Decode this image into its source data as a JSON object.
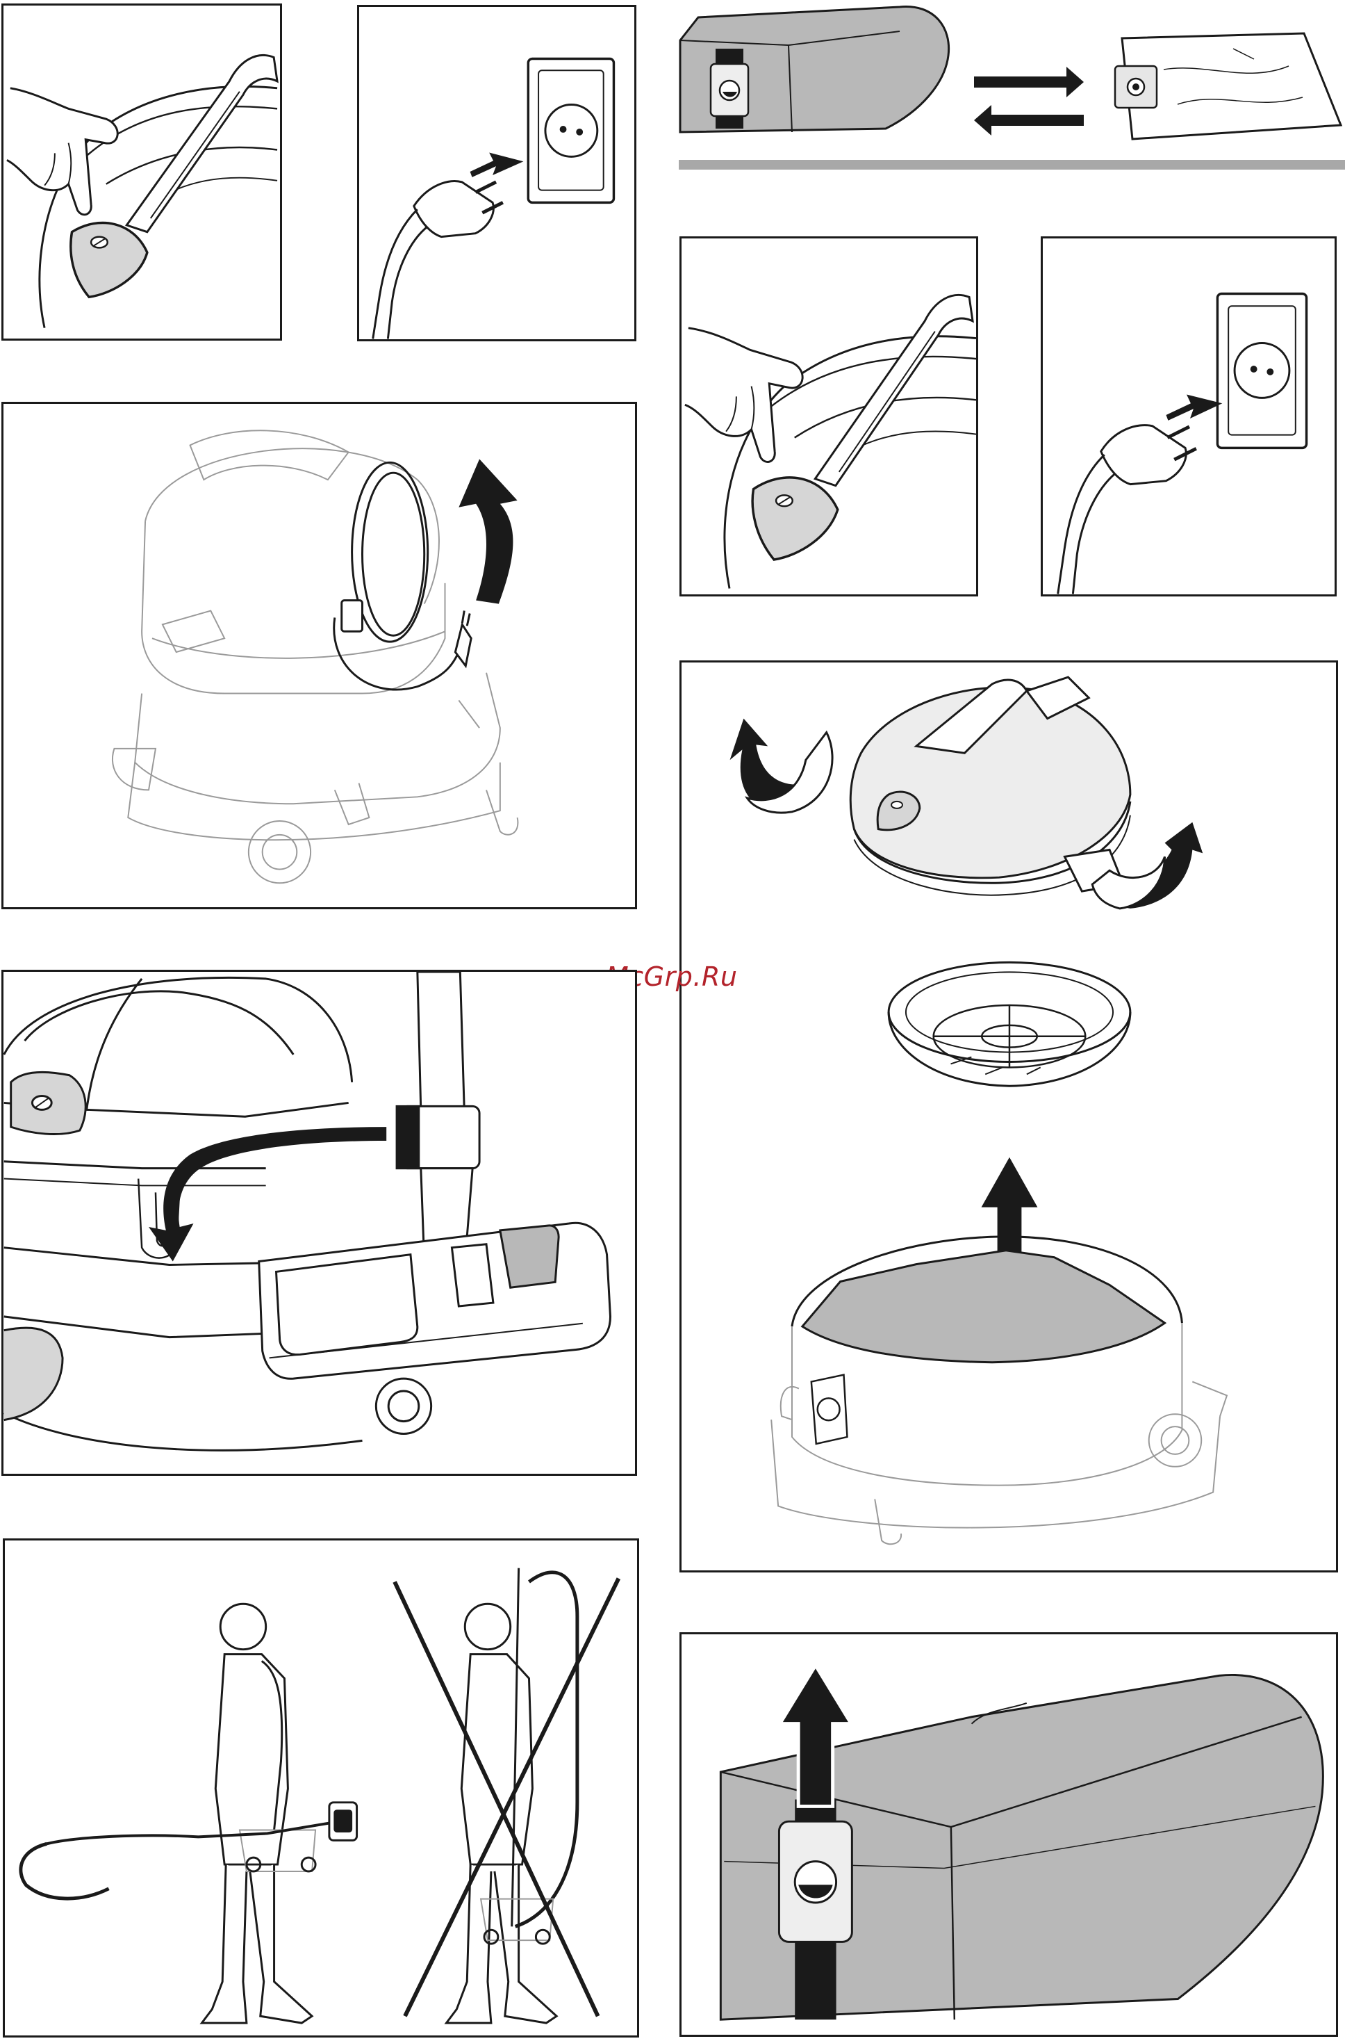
{
  "watermark": {
    "text": "McGrp.Ru",
    "color": "#b3232b"
  },
  "colors": {
    "line": "#1a1a1a",
    "bag_fill": "#b8b8b8",
    "faint_line": "#9a9a9a",
    "divider": "#a8a8a8"
  },
  "figures": [
    {
      "id": "press-release-button",
      "icons": [
        "hand-icon",
        "release-button-icon",
        "vacuum-top-icon"
      ]
    },
    {
      "id": "unplug-left",
      "icons": [
        "power-plug-icon",
        "wall-socket-icon",
        "arrow-icon"
      ]
    },
    {
      "id": "bag-swap",
      "icons": [
        "dust-bag-icon",
        "replacement-bag-icon",
        "swap-arrows-icon"
      ]
    },
    {
      "id": "press-release-button-2",
      "icons": [
        "hand-icon",
        "release-button-icon",
        "vacuum-top-icon"
      ]
    },
    {
      "id": "unplug-right",
      "icons": [
        "power-plug-icon",
        "wall-socket-icon",
        "arrow-icon"
      ]
    },
    {
      "id": "cord-storage",
      "icons": [
        "vacuum-body-icon",
        "power-cord-icon",
        "curved-arrow-icon"
      ]
    },
    {
      "id": "remove-lid",
      "icons": [
        "vacuum-lid-icon",
        "filter-basket-icon",
        "tank-icon",
        "rotate-arrow-icon",
        "up-arrow-icon"
      ]
    },
    {
      "id": "accessory-tray",
      "icons": [
        "vacuum-body-icon",
        "tube-icon",
        "accessory-tray-icon",
        "curved-arrow-icon"
      ]
    },
    {
      "id": "carrying-correct-incorrect",
      "icons": [
        "person-icon",
        "vacuum-carried-icon",
        "cross-icon"
      ]
    },
    {
      "id": "pull-bag-tab",
      "icons": [
        "dust-bag-icon",
        "up-arrow-icon"
      ]
    }
  ]
}
